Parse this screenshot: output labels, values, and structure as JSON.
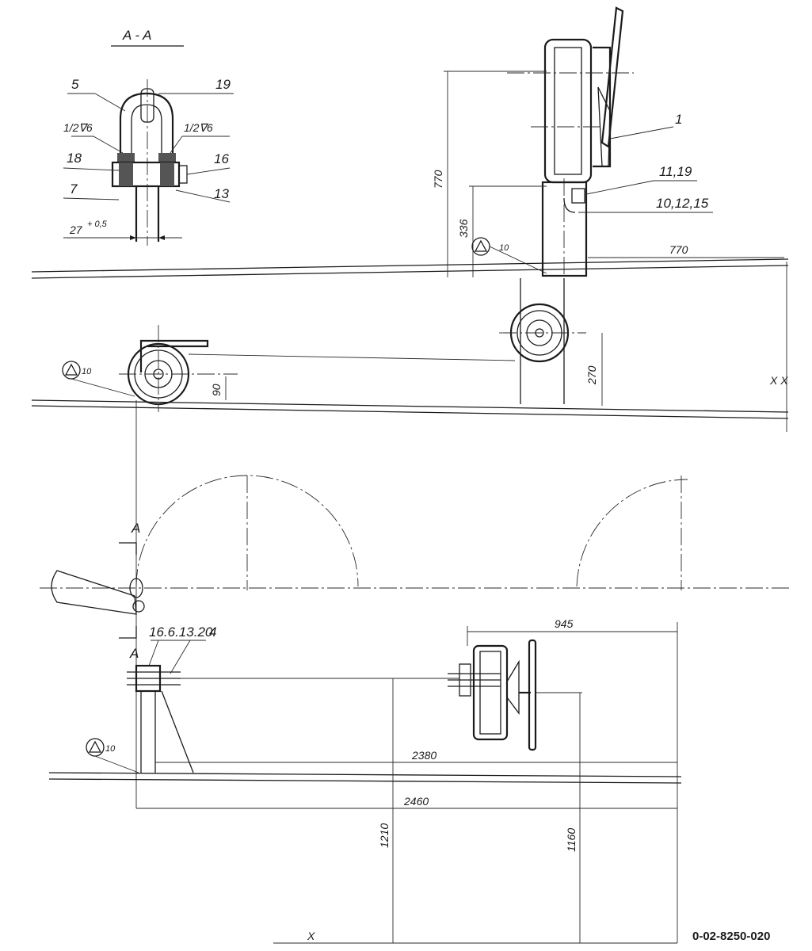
{
  "section": {
    "title": "A - A"
  },
  "callouts": {
    "c5": "5",
    "c19": "19",
    "c1": "1",
    "c16": "16",
    "c18": "18",
    "c7": "7",
    "c13": "13",
    "c11_19": "11,19",
    "c10_12_15": "10,12,15",
    "c16_6_13_20": "16.6.13.20",
    "c4": "4"
  },
  "weld_symbols": {
    "weld_a": "1/2∇6",
    "weld_b": "1/2∇6",
    "weld_num": "10"
  },
  "dimensions": {
    "d770_v": "770",
    "d336": "336",
    "d770_h": "770",
    "d270": "270",
    "d90": "90",
    "d27": "27",
    "d27_tol": "+ 0,5",
    "d945": "945",
    "d2380": "2380",
    "d2460": "2460",
    "d1210": "1210",
    "d1160": "1160"
  },
  "section_marks": {
    "a_top": "A",
    "a_bottom": "A",
    "axis_xx": "X X",
    "axis_x": "X"
  },
  "document_number": "0-02-8250-020"
}
